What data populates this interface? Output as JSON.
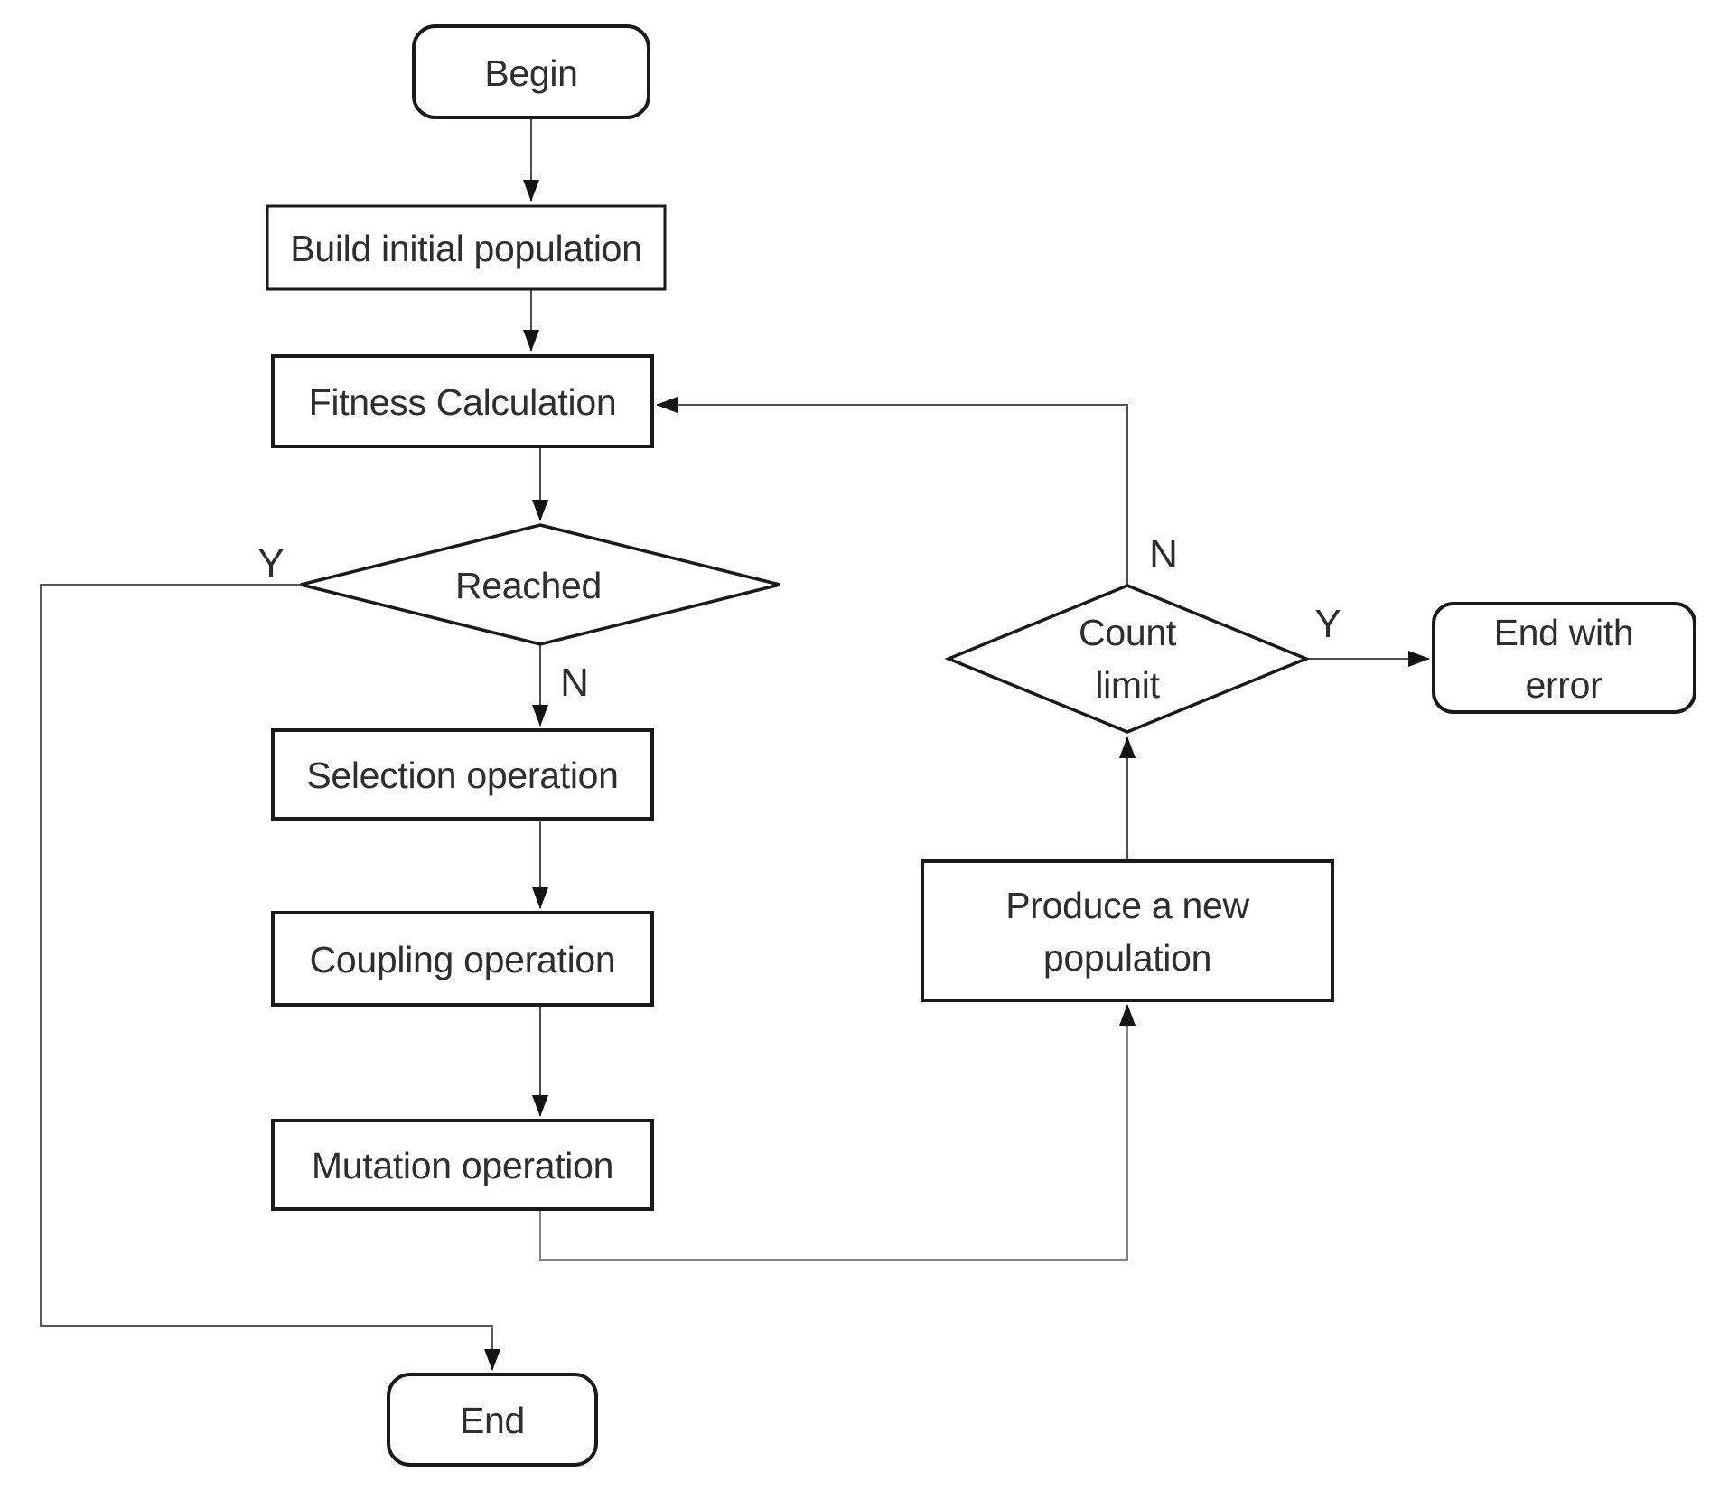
{
  "diagram": {
    "kind": "flowchart",
    "background": "#ffffff",
    "shape_border_color": "#1a1a1a",
    "connector_color": "#4f4f4f",
    "text_color": "#2e2e2e"
  },
  "nodes": {
    "begin": {
      "shape": "rounded",
      "label": "Begin"
    },
    "build": {
      "shape": "rect",
      "label": "Build initial population"
    },
    "fitness": {
      "shape": "rect",
      "label": "Fitness Calculation"
    },
    "reached": {
      "shape": "diamond",
      "label": "Reached"
    },
    "selection": {
      "shape": "rect",
      "label": "Selection operation"
    },
    "coupling": {
      "shape": "rect",
      "label": "Coupling operation"
    },
    "mutation": {
      "shape": "rect",
      "label": "Mutation operation"
    },
    "end": {
      "shape": "rounded",
      "label": "End"
    },
    "count_limit": {
      "shape": "diamond",
      "label": "Count limit",
      "line1": "Count",
      "line2": "limit"
    },
    "produce": {
      "shape": "rect",
      "label": "Produce a new population",
      "line1": "Produce a new",
      "line2": "population"
    },
    "end_error": {
      "shape": "rounded",
      "label": "End with error",
      "line1": "End with",
      "line2": "error"
    }
  },
  "edge_labels": {
    "reached_yes": "Y",
    "reached_no": "N",
    "count_no": "N",
    "count_yes": "Y"
  },
  "edges": [
    {
      "from": "begin",
      "to": "build",
      "label": ""
    },
    {
      "from": "build",
      "to": "fitness",
      "label": ""
    },
    {
      "from": "fitness",
      "to": "reached",
      "label": ""
    },
    {
      "from": "reached",
      "to": "selection",
      "label": "N"
    },
    {
      "from": "reached",
      "to": "end",
      "label": "Y"
    },
    {
      "from": "selection",
      "to": "coupling",
      "label": ""
    },
    {
      "from": "coupling",
      "to": "mutation",
      "label": ""
    },
    {
      "from": "mutation",
      "to": "produce",
      "label": ""
    },
    {
      "from": "produce",
      "to": "count_limit",
      "label": ""
    },
    {
      "from": "count_limit",
      "to": "fitness",
      "label": "N"
    },
    {
      "from": "count_limit",
      "to": "end_error",
      "label": "Y"
    }
  ]
}
